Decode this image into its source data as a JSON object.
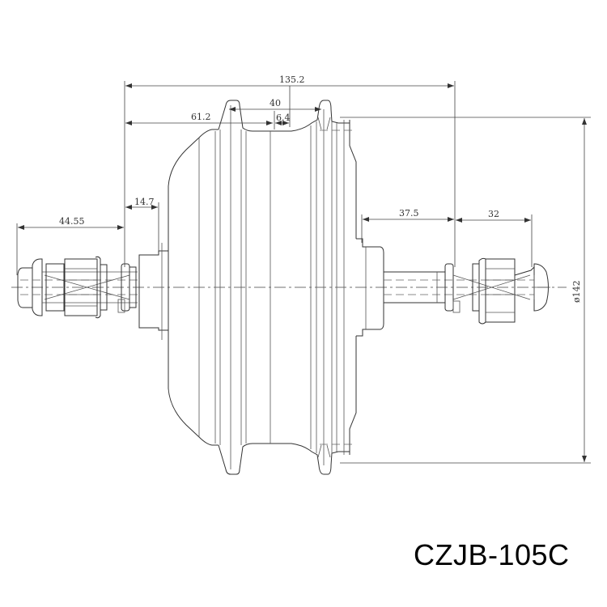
{
  "drawing": {
    "title": "CZJB-105C",
    "subject": "hub-motor-side-view",
    "dimensions": {
      "overall_width": "135.2",
      "flange_spacing": "40",
      "offset_center": "6.4",
      "left_to_center": "61.2",
      "left_shoulder": "14.7",
      "left_axle": "44.55",
      "right_shoulder": "37.5",
      "right_axle": "32",
      "diameter": "ø142"
    },
    "colors": {
      "line": "#333333",
      "background": "#ffffff",
      "text": "#000000"
    }
  }
}
